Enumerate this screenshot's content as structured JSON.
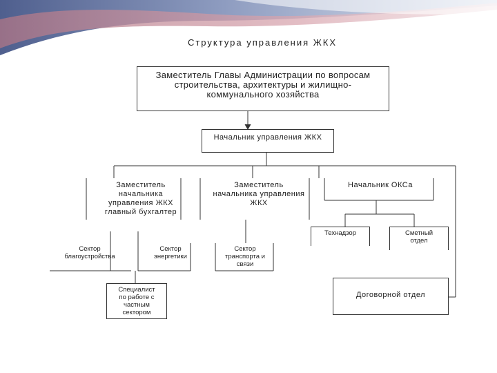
{
  "title": "Структура управления ЖКХ",
  "nodes": {
    "deputy_head": "Заместитель Главы Администрации по вопросам строительства, архитектуры и жилищно-коммунального хозяйства",
    "head_zhkh": "Начальник управления ЖКХ",
    "deputy_accountant": "Заместитель\nначальника\nуправления ЖКХ\nглавный бухгалтер",
    "deputy_head_zhkh": "Заместитель\nначальника управления\nЖКХ",
    "head_oks": "Начальник ОКСа",
    "landscaping": "Сектор\nблагоустройства",
    "energy": "Сектор\nэнергетики",
    "transport": "Сектор\nтранспорта и\nсвязи",
    "technadzor": "Технадзор",
    "estimate": "Сметный\nотдел",
    "private_sector": "Специалист\nпо работе с\nчастным\nсектором",
    "contracts": "Договорной отдел"
  },
  "colors": {
    "banner_dark": "#5a6d9c",
    "banner_light": "#c9d3e6",
    "banner_accent": "#c07a86"
  }
}
